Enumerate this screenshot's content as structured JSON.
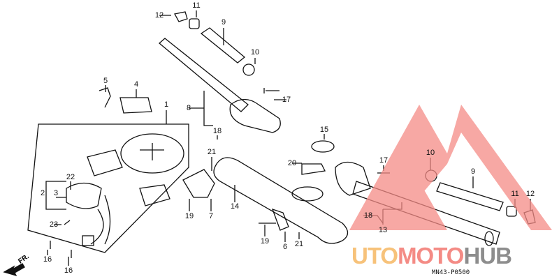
{
  "diagram": {
    "drawing_code": "MN43-P0500",
    "direction_label": "FR.",
    "callouts": [
      "12",
      "11",
      "9",
      "10",
      "5",
      "4",
      "1",
      "17",
      "8",
      "18",
      "15",
      "21",
      "20",
      "17",
      "10",
      "9",
      "2",
      "3",
      "22",
      "14",
      "7",
      "19",
      "11",
      "12",
      "18",
      "13",
      "23",
      "19",
      "6",
      "21",
      "16",
      "16"
    ]
  },
  "watermark": {
    "text_a": "UTO",
    "text_b": "MOTO",
    "text_c": "HUB",
    "colors": {
      "a": "#f7c27a",
      "b": "#f48b85",
      "c": "#8d8d8d",
      "logo": "#f48b85"
    }
  }
}
